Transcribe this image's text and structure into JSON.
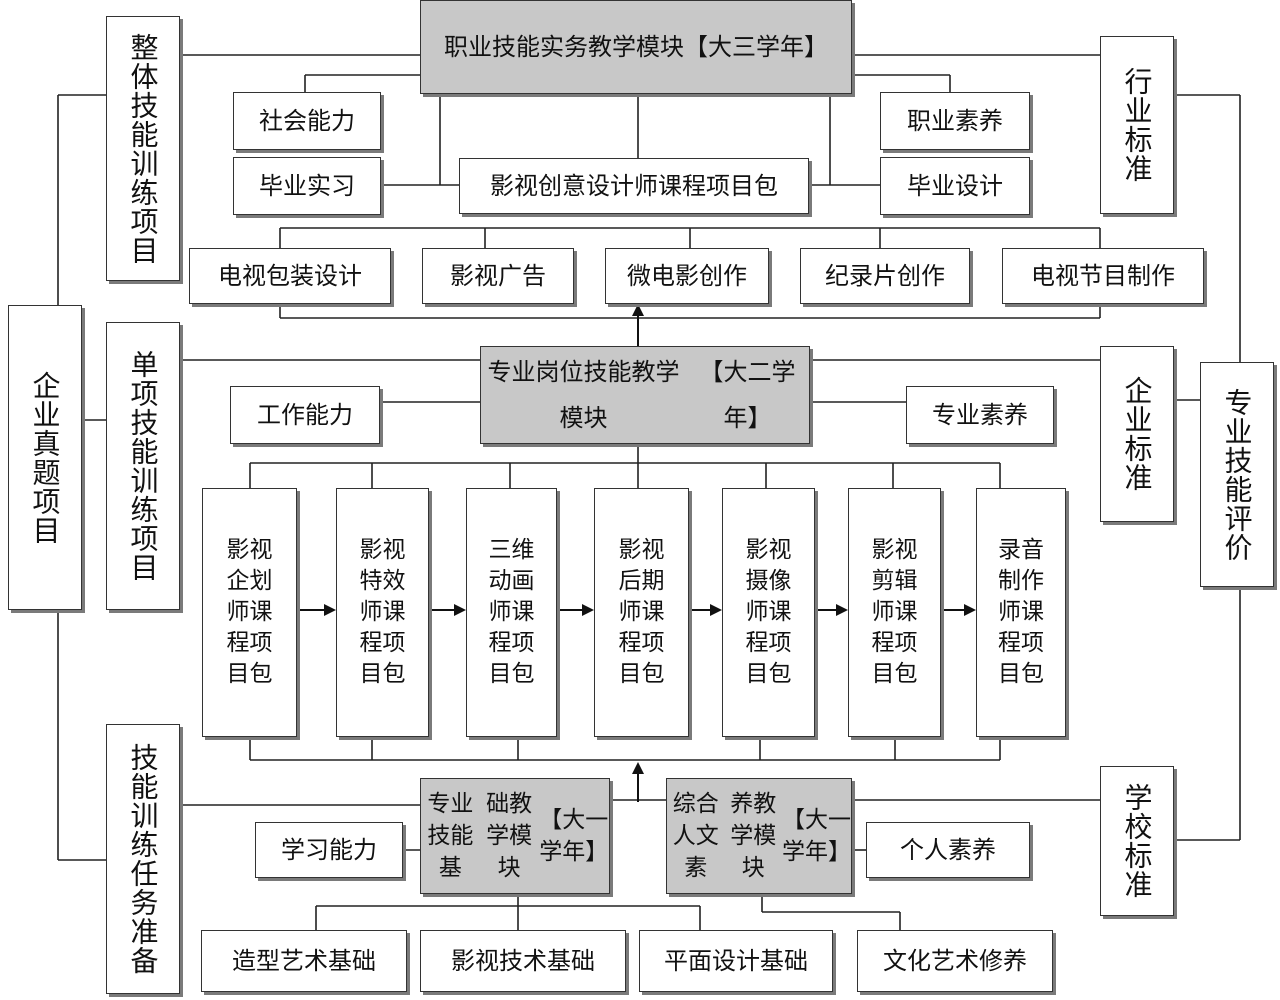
{
  "top_module": {
    "title": "职业技能实务教学模块",
    "year": "【大三学年】"
  },
  "mid_module": {
    "title": "专业岗位技能教学模块",
    "year": "【大二学年】"
  },
  "base_module_left": {
    "lines": [
      "专业技能基",
      "础教学模块",
      "【大一学年】"
    ]
  },
  "base_module_right": {
    "lines": [
      "综合人文素",
      "养教学模块",
      "【大一学年】"
    ]
  },
  "left_columns": {
    "outer": "企业真题项目",
    "overall": "整体技能训练项目",
    "single": "单项技能训练项目",
    "task": "技能训练任务准备"
  },
  "right_columns": {
    "industry": "行业标准",
    "enterprise": "企业标准",
    "school": "学校标准",
    "evaluation": "专业技能评价"
  },
  "year3": {
    "social": "社会能力",
    "internship": "毕业实习",
    "package": "影视创意设计师课程项目包",
    "literacy": "职业素养",
    "graduation": "毕业设计",
    "courses": [
      "电视包装设计",
      "影视广告",
      "微电影创作",
      "纪录片创作",
      "电视节目制作"
    ]
  },
  "year2": {
    "work": "工作能力",
    "literacy": "专业素养",
    "packages": [
      [
        "影视",
        "企划",
        "师课",
        "程项",
        "目包"
      ],
      [
        "影视",
        "特效",
        "师课",
        "程项",
        "目包"
      ],
      [
        "三维",
        "动画",
        "师课",
        "程项",
        "目包"
      ],
      [
        "影视",
        "后期",
        "师课",
        "程项",
        "目包"
      ],
      [
        "影视",
        "摄像",
        "师课",
        "程项",
        "目包"
      ],
      [
        "影视",
        "剪辑",
        "师课",
        "程项",
        "目包"
      ],
      [
        "录音",
        "制作",
        "师课",
        "程项",
        "目包"
      ]
    ]
  },
  "year1": {
    "learning": "学习能力",
    "personal": "个人素养",
    "courses": [
      "造型艺术基础",
      "影视技术基础",
      "平面设计基础",
      "文化艺术修养"
    ]
  }
}
